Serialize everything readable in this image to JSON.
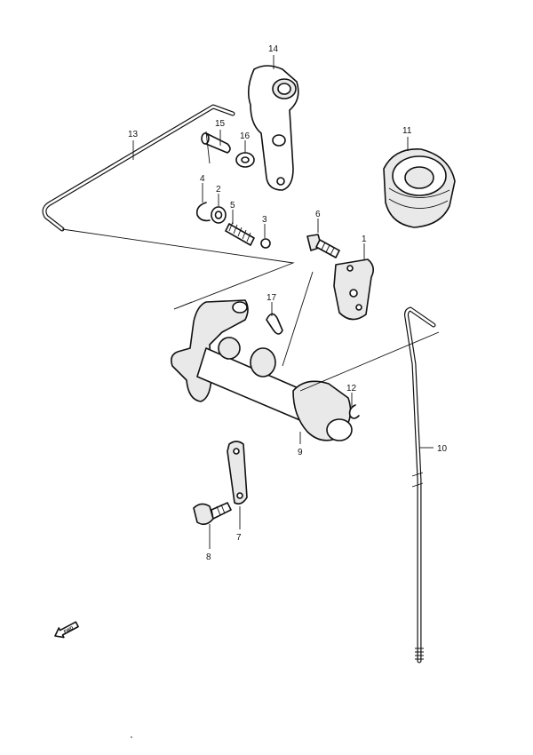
{
  "labels": {
    "p1": "1",
    "p2": "2",
    "p3": "3",
    "p4": "4",
    "p5": "5",
    "p6": "6",
    "p7": "7",
    "p8": "8",
    "p9": "9",
    "p10": "10",
    "p11": "11",
    "p12": "12",
    "p13": "13",
    "p14": "14",
    "p15": "15",
    "p16": "16",
    "p17": "17"
  },
  "fwd_marker": "FWD"
}
